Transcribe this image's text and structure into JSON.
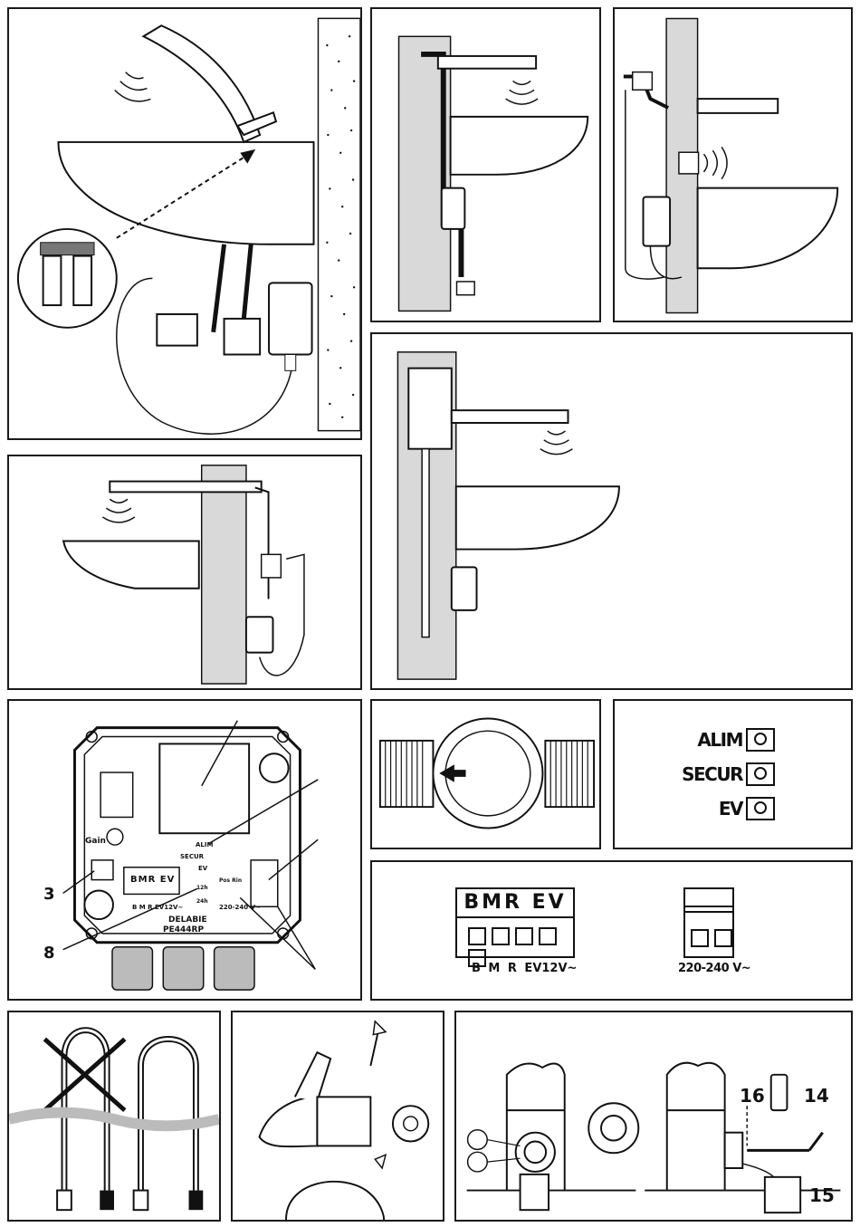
{
  "panel_pcb": {
    "gain_label": "Gain",
    "terminal_head": "BMR EV",
    "terminal_sub": "B  M  R  EV12V~",
    "pos_label": "Pos Rin",
    "h12": "12h",
    "h24": "24h",
    "power_label": "220-240 V~",
    "led_alim": "ALIM",
    "led_secur": "SECUR",
    "led_ev": "EV",
    "brand": "DELABIE",
    "model": "PE444RP",
    "callout_3": "3",
    "callout_8": "8"
  },
  "panel_leds": {
    "items": [
      "ALIM",
      "SECUR",
      "EV"
    ]
  },
  "panel_terminals": {
    "header": "BMR EV",
    "sublabels": "B  M  R  EV12V~",
    "power": "220-240 V~"
  },
  "panel_maintenance": {
    "callout_14": "14",
    "callout_15": "15",
    "callout_16": "16"
  },
  "icons": [
    "wall-texture",
    "wash-basin",
    "spout",
    "sensor-wave",
    "control-box",
    "solenoid-valve",
    "flexible-hose",
    "cross-mark",
    "arrow-up-icon"
  ]
}
